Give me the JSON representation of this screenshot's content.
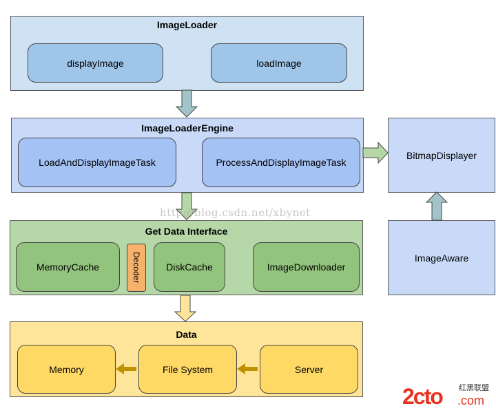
{
  "image_loader": {
    "title": "ImageLoader",
    "items": [
      "displayImage",
      "loadImage"
    ]
  },
  "engine": {
    "title": "ImageLoaderEngine",
    "items": [
      "LoadAndDisplayImageTask",
      "ProcessAndDisplayImageTask"
    ]
  },
  "bitmap_displayer": "BitmapDisplayer",
  "image_aware": "ImageAware",
  "get_data": {
    "title": "Get Data Interface",
    "items": [
      "MemoryCache",
      "Decoder",
      "DiskCache",
      "ImageDownloader"
    ]
  },
  "data": {
    "title": "Data",
    "items": [
      "Memory",
      "File System",
      "Server"
    ]
  },
  "watermark": "http://blog.csdn.net/xbynet",
  "logo": {
    "main": "2cto",
    "suffix": ".com",
    "cn": "红黑联盟"
  },
  "colors": {
    "loader": "#cfe2f3",
    "loader_inner": "#9fc5e8",
    "engine": "#c9daf8",
    "engine_inner": "#a4c2f4",
    "green": "#b6d7a8",
    "green_inner": "#93c47d",
    "decoder": "#f6b26b",
    "yellow": "#ffe599",
    "yellow_inner": "#ffd966"
  }
}
